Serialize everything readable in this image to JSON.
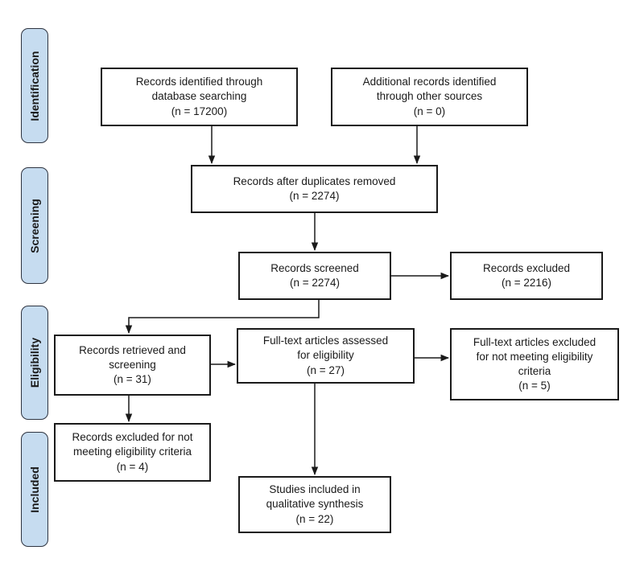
{
  "phases": {
    "identification": "Identification",
    "screening": "Screening",
    "eligibility": "Eligibility",
    "included": "Included"
  },
  "boxes": {
    "database_search": {
      "line1": "Records identified through",
      "line2": "database searching",
      "line3": "(n = 17200)"
    },
    "other_sources": {
      "line1": "Additional records identified",
      "line2": "through other sources",
      "line3": "(n = 0)"
    },
    "after_duplicates": {
      "line1": "Records after duplicates removed",
      "line2": "(n = 2274)"
    },
    "screened": {
      "line1": "Records screened",
      "line2": "(n = 2274)"
    },
    "excluded": {
      "line1": "Records excluded",
      "line2": "(n = 2216)"
    },
    "retrieved": {
      "line1": "Records retrieved and",
      "line2": "screening",
      "line3": "(n = 31)"
    },
    "fulltext_assessed": {
      "line1": "Full-text articles assessed",
      "line2": "for eligibility",
      "line3": "(n = 27)"
    },
    "fulltext_excluded": {
      "line1": "Full-text articles excluded",
      "line2": "for not meeting eligibility",
      "line3": "criteria",
      "line4": "(n = 5)"
    },
    "excluded_not_meeting": {
      "line1": "Records excluded for not",
      "line2": "meeting eligibility criteria",
      "line3": "(n = 4)"
    },
    "included": {
      "line1": "Studies included in",
      "line2": "qualitative synthesis",
      "line3": "(n = 22)"
    }
  }
}
